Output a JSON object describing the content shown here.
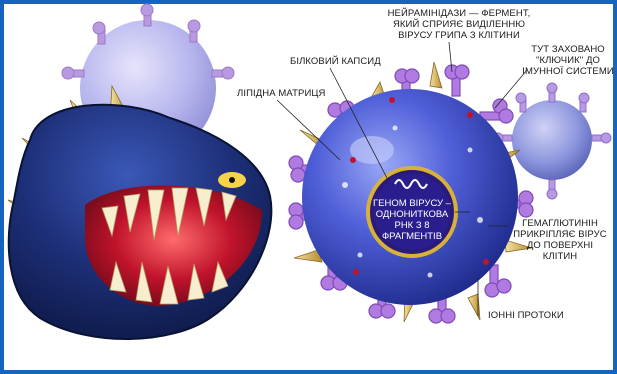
{
  "labels": {
    "neuraminidase": "НЕЙРАМІНІДАЗИ — ФЕРМЕНТ,",
    "neuraminidase_2": "ЯКИЙ СПРИЯЄ ВИДІЛЕННЮ",
    "neuraminidase_3": "ВІРУСУ ГРИПА З КЛІТИНИ",
    "key_hidden": "ТУТ ЗАХОВАНО",
    "key_hidden_2": "\"КЛЮЧИК\" ДО",
    "key_hidden_3": "ІМУННОЇ СИСТЕМИ",
    "protein_capsid": "БІЛКОВИЙ КАПСИД",
    "lipid_matrix": "ЛІПІДНА МАТРИЦЯ",
    "genome": "ГЕНОМ ВІРУСУ –",
    "genome_2": "ОДНОНИТКОВА",
    "genome_3": "РНК З 8",
    "genome_4": "ФРАГМЕНТІВ",
    "hemagglutinin": "ГЕМАГЛЮТИНІН",
    "hemagglutinin_2": "ПРИКРІПЛЯЄ ВІРУС",
    "hemagglutinin_3": "ДО ПОВЕРХНІ",
    "hemagglutinin_4": "КЛІТИН",
    "ion_channels": "ІОННІ ПРОТОКИ"
  },
  "colors": {
    "frame": "#1565c0",
    "virus_body": "#3b4fc4",
    "virus_light": "#8f9ef0",
    "spike_purple": "#a56ad6",
    "spike_cone": "#d8b65a",
    "monster_body": "#1b2a66",
    "monster_mouth": "#c0132b"
  }
}
